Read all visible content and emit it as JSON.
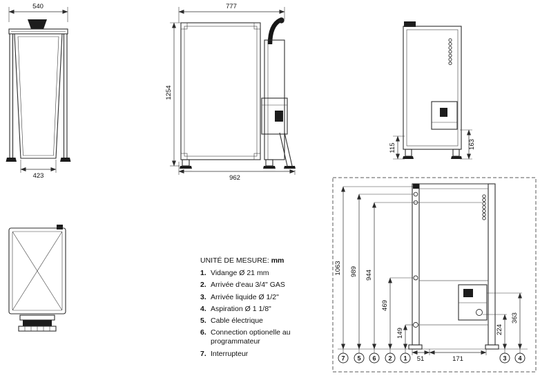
{
  "drawing": {
    "front": {
      "dim_top": "540",
      "dim_bottom": "423"
    },
    "side": {
      "dim_top": "777",
      "dim_height": "1254",
      "dim_bottom": "962"
    },
    "rear": {
      "dim_left": "115",
      "dim_right": "163"
    },
    "installation": {
      "height_dims": [
        "1063",
        "989",
        "944",
        "469",
        "149"
      ],
      "right_dims": [
        "224",
        "363"
      ],
      "bottom_dims": [
        "51",
        "171"
      ],
      "callouts_bottom_left": [
        "7",
        "5",
        "6",
        "2",
        "1"
      ],
      "callouts_bottom_right": [
        "3",
        "4"
      ]
    }
  },
  "legend": {
    "title": "UNITÉ DE MESURE: ",
    "unit": "mm",
    "items": [
      {
        "num": "1.",
        "text": "Vidange Ø 21 mm"
      },
      {
        "num": "2.",
        "text": "Arrivée d'eau 3/4\" GAS"
      },
      {
        "num": "3.",
        "text": "Arrivée liquide Ø 1/2\""
      },
      {
        "num": "4.",
        "text": "Aspiration Ø 1 1/8\""
      },
      {
        "num": "5.",
        "text": "Cable électrique"
      },
      {
        "num": "6.",
        "text": "Connection optionelle au programmateur"
      },
      {
        "num": "7.",
        "text": "Interrupteur"
      }
    ]
  }
}
